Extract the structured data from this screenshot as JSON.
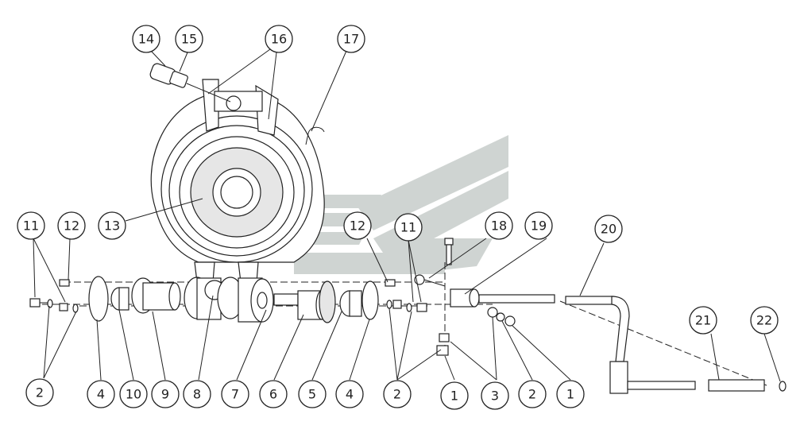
{
  "diagram": {
    "callouts": [
      {
        "id": "c14",
        "label": "14"
      },
      {
        "id": "c15",
        "label": "15"
      },
      {
        "id": "c16",
        "label": "16"
      },
      {
        "id": "c17",
        "label": "17"
      },
      {
        "id": "c11a",
        "label": "11"
      },
      {
        "id": "c12a",
        "label": "12"
      },
      {
        "id": "c13",
        "label": "13"
      },
      {
        "id": "c12b",
        "label": "12"
      },
      {
        "id": "c11b",
        "label": "11"
      },
      {
        "id": "c18",
        "label": "18"
      },
      {
        "id": "c19",
        "label": "19"
      },
      {
        "id": "c20",
        "label": "20"
      },
      {
        "id": "c21",
        "label": "21"
      },
      {
        "id": "c22",
        "label": "22"
      },
      {
        "id": "c2a",
        "label": "2"
      },
      {
        "id": "c4a",
        "label": "4"
      },
      {
        "id": "c10",
        "label": "10"
      },
      {
        "id": "c9",
        "label": "9"
      },
      {
        "id": "c8",
        "label": "8"
      },
      {
        "id": "c7",
        "label": "7"
      },
      {
        "id": "c6",
        "label": "6"
      },
      {
        "id": "c5",
        "label": "5"
      },
      {
        "id": "c4b",
        "label": "4"
      },
      {
        "id": "c2b",
        "label": "2"
      },
      {
        "id": "c1a",
        "label": "1"
      },
      {
        "id": "c3",
        "label": "3"
      },
      {
        "id": "c2c",
        "label": "2"
      },
      {
        "id": "c1b",
        "label": "1"
      }
    ],
    "colors": {
      "line": "#222222",
      "watermark": "#cfd4d2",
      "background": "#ffffff"
    }
  }
}
